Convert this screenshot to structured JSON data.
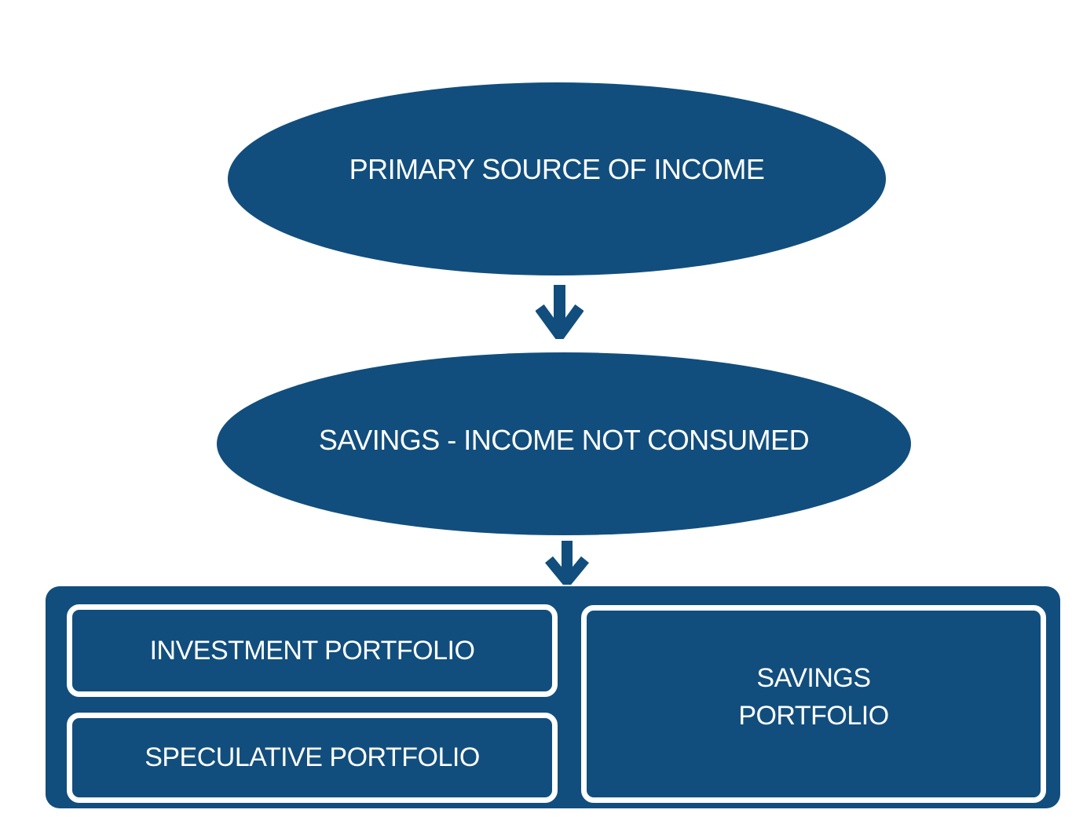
{
  "diagram": {
    "title_hint": "savings and investment flow diagram",
    "colors": {
      "accent": "#114e7d",
      "text_on_accent": "#ffffff",
      "background": "#ffffff"
    },
    "nodes": {
      "primary_income": {
        "label": "PRIMARY SOURCE OF INCOME",
        "shape": "ellipse"
      },
      "savings": {
        "label": "SAVINGS - INCOME NOT CONSUMED",
        "shape": "ellipse"
      },
      "investment_portfolio": {
        "label": "INVESTMENT PORTFOLIO",
        "shape": "rounded-rectangle"
      },
      "speculative_portfolio": {
        "label": "SPECULATIVE PORTFOLIO",
        "shape": "rounded-rectangle"
      },
      "savings_portfolio": {
        "label": "SAVINGS\nPORTFOLIO",
        "shape": "rounded-rectangle"
      }
    },
    "connectors": [
      {
        "from": "primary_income",
        "to": "savings",
        "type": "down-arrow"
      },
      {
        "from": "savings",
        "to": "portfolio_container",
        "type": "down-arrow"
      }
    ]
  }
}
